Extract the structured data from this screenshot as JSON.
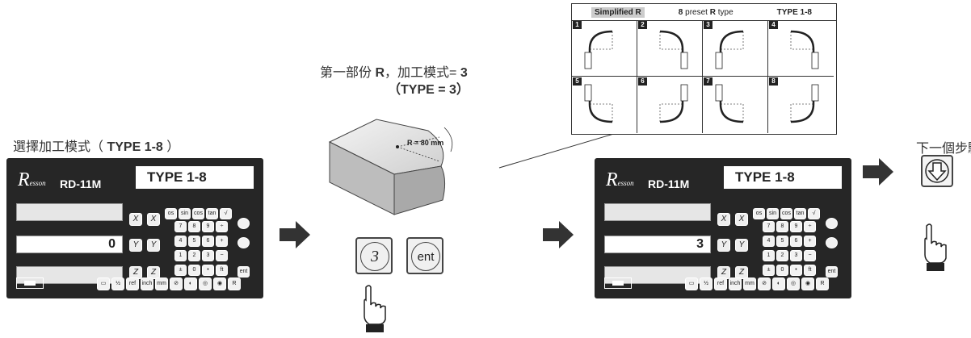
{
  "captions": {
    "select_type_prefix": "選擇加工模式（",
    "select_type_bold": "TYPE 1-8",
    "select_type_suffix": "）",
    "part_prefix": "第一部份",
    "part_r": "R",
    "part_mode": "，加工模式=",
    "part_mode_value": "3",
    "type_eq": "（TYPE = 3）",
    "next_step": "下一個步驟"
  },
  "radius_label": "R = 80 mm",
  "panel_left": {
    "brand": "R",
    "brand_small": "esson",
    "model": "RD-11M",
    "type_display": "TYPE 1-8",
    "display_x": "",
    "display_y": "0",
    "display_z": ""
  },
  "panel_right": {
    "brand": "R",
    "brand_small": "esson",
    "model": "RD-11M",
    "type_display": "TYPE 1-8",
    "display_x": "",
    "display_y": "3",
    "display_z": ""
  },
  "keys": {
    "axis": [
      "X",
      "Y",
      "Z"
    ],
    "top_row": [
      "os",
      "sin",
      "cos",
      "tan",
      "√"
    ],
    "num_rows": [
      [
        "7",
        "8",
        "9",
        "÷"
      ],
      [
        "4",
        "5",
        "6",
        "+"
      ],
      [
        "1",
        "2",
        "3",
        "−"
      ],
      [
        "±",
        "0",
        "•",
        "ft"
      ]
    ],
    "bottom_row": [
      "▭",
      "½",
      "ref",
      "inch",
      "mm",
      "⊘",
      "◐",
      "◎",
      "◉",
      "R"
    ],
    "ent": "ent"
  },
  "big_keys": {
    "key3": "3",
    "ent": "ent"
  },
  "table": {
    "header_simplified": "Simplified R",
    "header_preset_num": "8",
    "header_preset_text": " preset ",
    "header_r": "R",
    "header_type": " type",
    "header_range": "TYPE 1-8",
    "cells": [
      "1",
      "2",
      "3",
      "4",
      "5",
      "6",
      "7",
      "8"
    ]
  }
}
